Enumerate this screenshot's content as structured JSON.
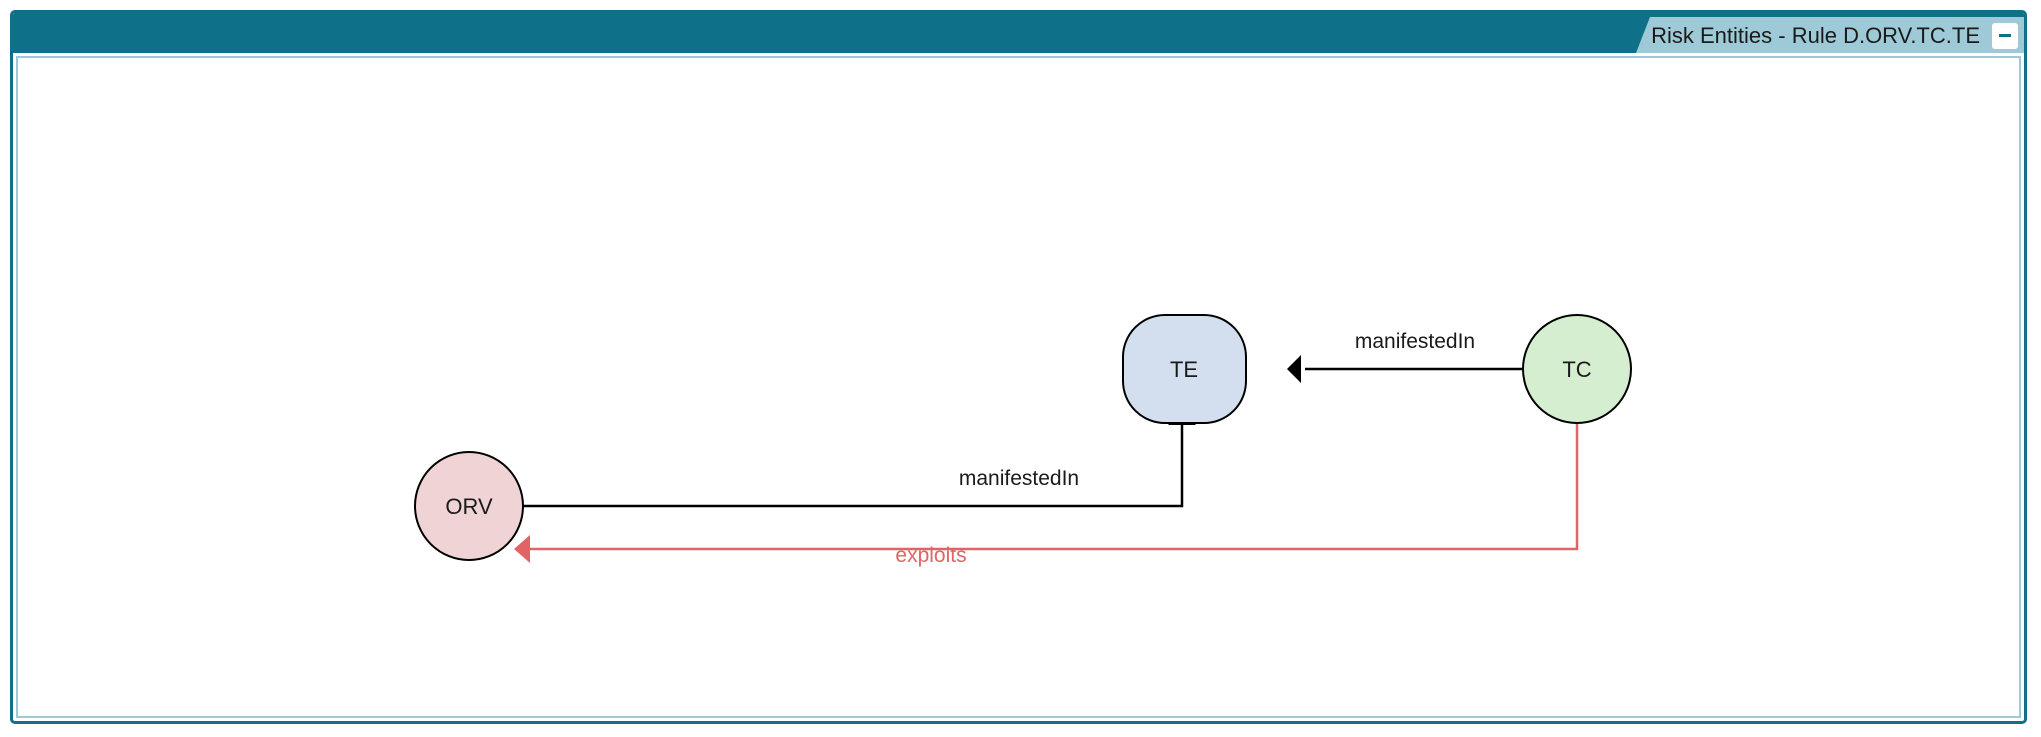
{
  "window": {
    "title": "Risk Entities - Rule D.ORV.TC.TE",
    "minimize_icon": "minimize-icon",
    "colors": {
      "frame": "#0e7089",
      "title_tab": "#9ec9d6"
    }
  },
  "diagram": {
    "nodes": [
      {
        "id": "orv",
        "label": "ORV",
        "shape": "circle",
        "fill": "#efd3d5"
      },
      {
        "id": "te",
        "label": "TE",
        "shape": "rounded-square",
        "fill": "#d3dfee"
      },
      {
        "id": "tc",
        "label": "TC",
        "shape": "circle",
        "fill": "#d5eecf"
      }
    ],
    "edges": [
      {
        "id": "tc-te",
        "from": "TC",
        "to": "TE",
        "label": "manifestedIn",
        "color": "#000000"
      },
      {
        "id": "orv-te",
        "from": "ORV",
        "to": "TE",
        "label": "manifestedIn",
        "color": "#000000"
      },
      {
        "id": "tc-orv",
        "from": "TC",
        "to": "ORV",
        "label": "exploits",
        "color": "#e26366"
      }
    ]
  }
}
